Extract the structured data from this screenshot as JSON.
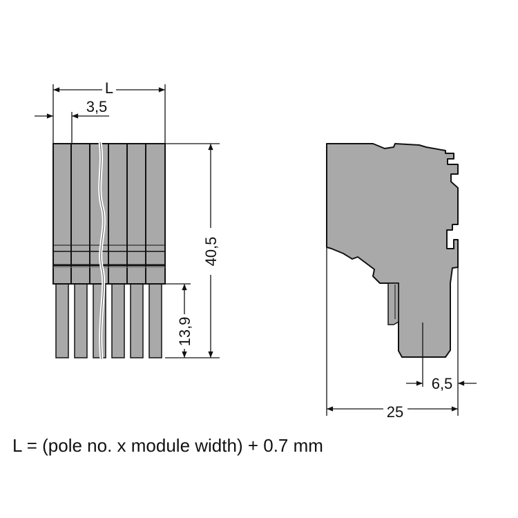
{
  "front_view": {
    "dim_length": "L",
    "dim_pitch": "3,5",
    "dim_height": "40,5",
    "dim_pin_length": "13,9",
    "module_count": 6
  },
  "side_view": {
    "dim_depth": "25",
    "dim_offset": "6,5"
  },
  "formula": "L = (pole no. x module width) + 0.7 mm",
  "colors": {
    "body": "#a9a9a9",
    "line": "#111111"
  }
}
